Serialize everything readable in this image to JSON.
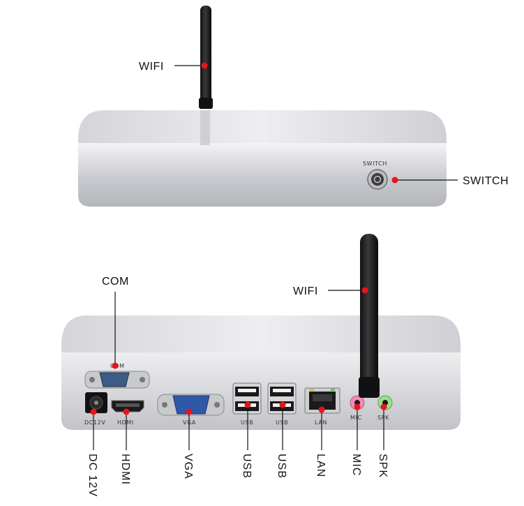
{
  "device_top": {
    "wifi_label": "WIFI",
    "switch_label": "SWITCH",
    "switch_print": "SWITCH"
  },
  "device_back": {
    "com_label": "COM",
    "com_print": "COM",
    "wifi_label": "WIFI",
    "ports": {
      "dc": {
        "print": "DC12V",
        "label": "DC  12V"
      },
      "hdmi": {
        "print": "HDMI",
        "label": "HDMI"
      },
      "vga": {
        "print": "VGA",
        "label": "VGA"
      },
      "usb1": {
        "print": "USB",
        "label": "USB"
      },
      "usb2": {
        "print": "USB",
        "label": "USB"
      },
      "lan": {
        "print": "LAN",
        "label": "LAN"
      },
      "mic": {
        "print": "MIC",
        "label": "MIC"
      },
      "spk": {
        "print": "SPK",
        "label": "SPK"
      }
    }
  },
  "colors": {
    "marker": "#e8141b",
    "chassis_light": "#e9e9ec",
    "chassis_dark": "#a9abb1",
    "mic_jack": "#f08cb4",
    "spk_jack": "#9be08a",
    "vga_port": "#2f59a8"
  }
}
